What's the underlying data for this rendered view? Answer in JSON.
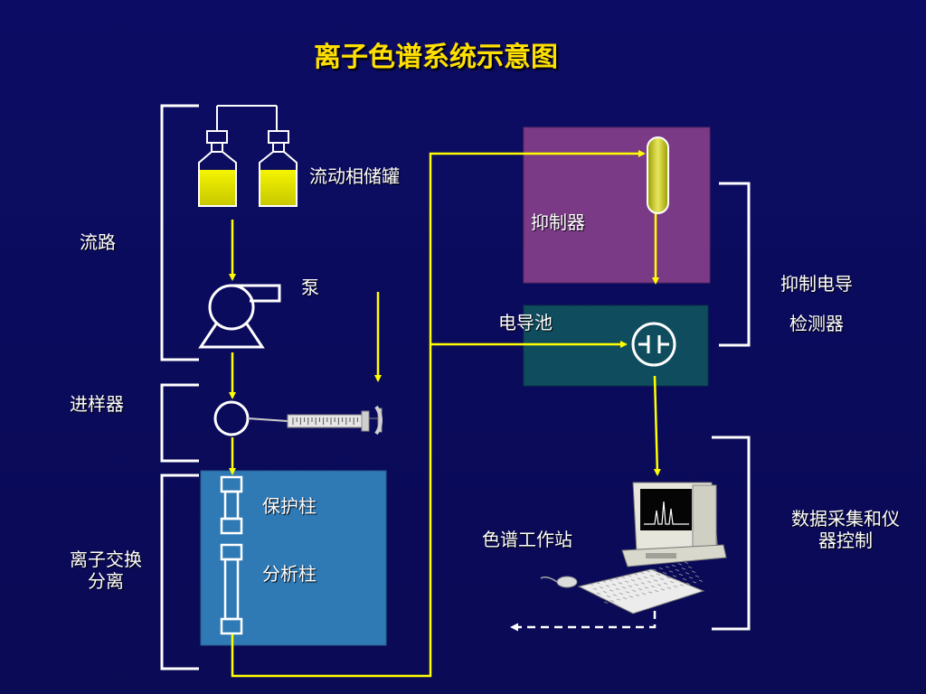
{
  "title": "离子色谱系统示意图",
  "labels": {
    "flow_path": "流路",
    "reservoir": "流动相储罐",
    "pump": "泵",
    "injector": "进样器",
    "ion_exchange_line1": "离子交换",
    "ion_exchange_line2": "分离",
    "guard_column": "保护柱",
    "analytical_column": "分析柱",
    "suppressor": "抑制器",
    "conductivity_cell": "电导池",
    "detector_line1": "抑制电导",
    "detector_line2": "检测器",
    "workstation": "色谱工作站",
    "data_line1": "数据采集和仪",
    "data_line2": "器控制"
  },
  "colors": {
    "background": "#0b0b5e",
    "flow_line": "#ffff00",
    "bracket": "#ffffff",
    "suppressor_box": "#7a3a86",
    "cell_box": "#0f4d5e",
    "column_box": "#2f79b4",
    "title": "#ffe000"
  }
}
